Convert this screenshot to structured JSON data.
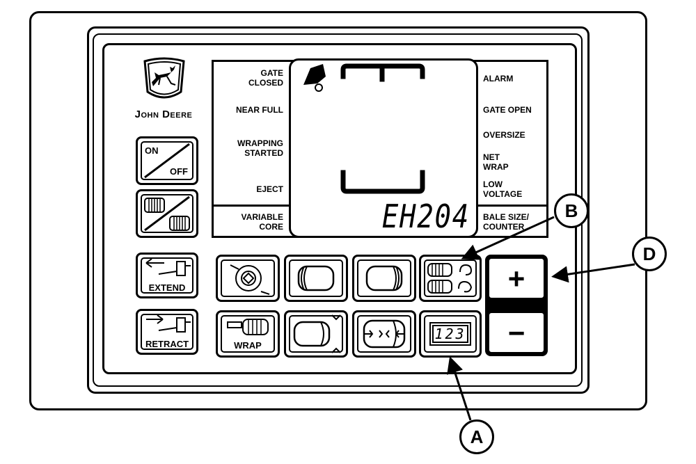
{
  "brand": {
    "logo_icon": "leaping-deer-logo-icon",
    "name": "John Deere"
  },
  "indicators_left": [
    {
      "label": "GATE\nCLOSED"
    },
    {
      "label": "NEAR FULL"
    },
    {
      "label": "WRAPPING\nSTARTED"
    },
    {
      "label": "EJECT"
    },
    {
      "label": "VARIABLE\nCORE"
    }
  ],
  "indicators_right": [
    {
      "label": "ALARM"
    },
    {
      "label": "GATE OPEN"
    },
    {
      "label": "OVERSIZE"
    },
    {
      "label": "NET\nWRAP"
    },
    {
      "label": "LOW\nVOLTAGE"
    },
    {
      "label": "BALE SIZE/\nCOUNTER"
    }
  ],
  "display": {
    "readout": "EH204"
  },
  "buttons": {
    "power_on": "ON",
    "power_off": "OFF",
    "extend": "EXTEND",
    "retract": "RETRACT",
    "wrap": "WRAP",
    "counter_digits": "123",
    "plus": "+",
    "minus": "−"
  },
  "callouts": {
    "a": "A",
    "b": "B",
    "d": "D"
  },
  "icons": [
    "net-wrap-icon",
    "bale-left-icon",
    "bale-right-icon",
    "bale-count-icon",
    "bale-size-icon",
    "bale-shape-icon",
    "counter-display-icon",
    "bale-toggle-icon"
  ]
}
